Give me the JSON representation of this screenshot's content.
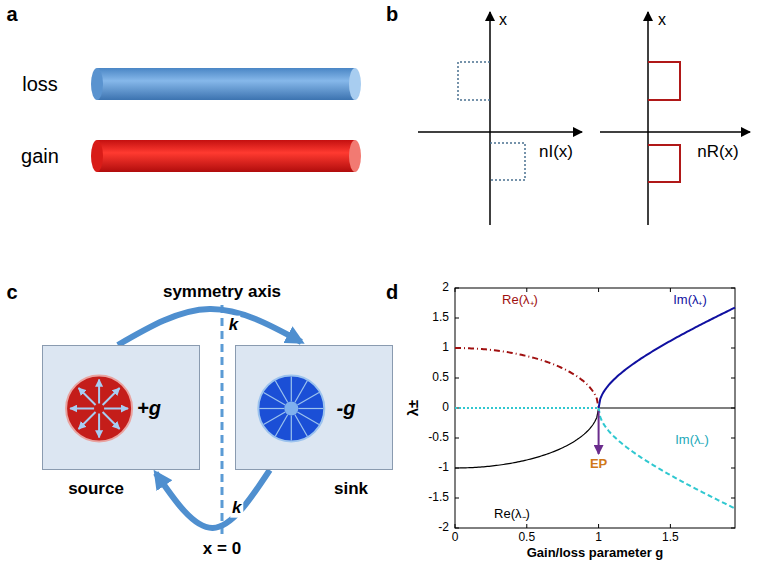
{
  "diagram": {
    "nodes": [
      {
        "text": [
          "+g",
          "source"
        ]
      },
      {
        "text": [
          "-g",
          "sink"
        ]
      }
    ],
    "edges": [
      {
        "from": 0,
        "to": 1,
        "arrow": "to",
        "label": "k"
      },
      {
        "from": 1,
        "to": 0,
        "arrow": "to",
        "label": "k"
      }
    ],
    "labels": [
      "a",
      "loss",
      "gain",
      "b",
      "x",
      "nI(x)",
      "x",
      "nR(x)",
      "c",
      "symmetry axis",
      "x = 0",
      "d",
      "2",
      "1.5",
      "1",
      "0.5",
      "0",
      "-0.5",
      "-1",
      "-1.5",
      "-2",
      "0",
      "0.5",
      "1",
      "1.5",
      "Gain/loss parameter g",
      "λ±",
      "Re(λ₊)",
      "Im(λ₊)",
      "Re(λ₋)",
      "Im(λ₋)",
      "EP"
    ]
  }
}
